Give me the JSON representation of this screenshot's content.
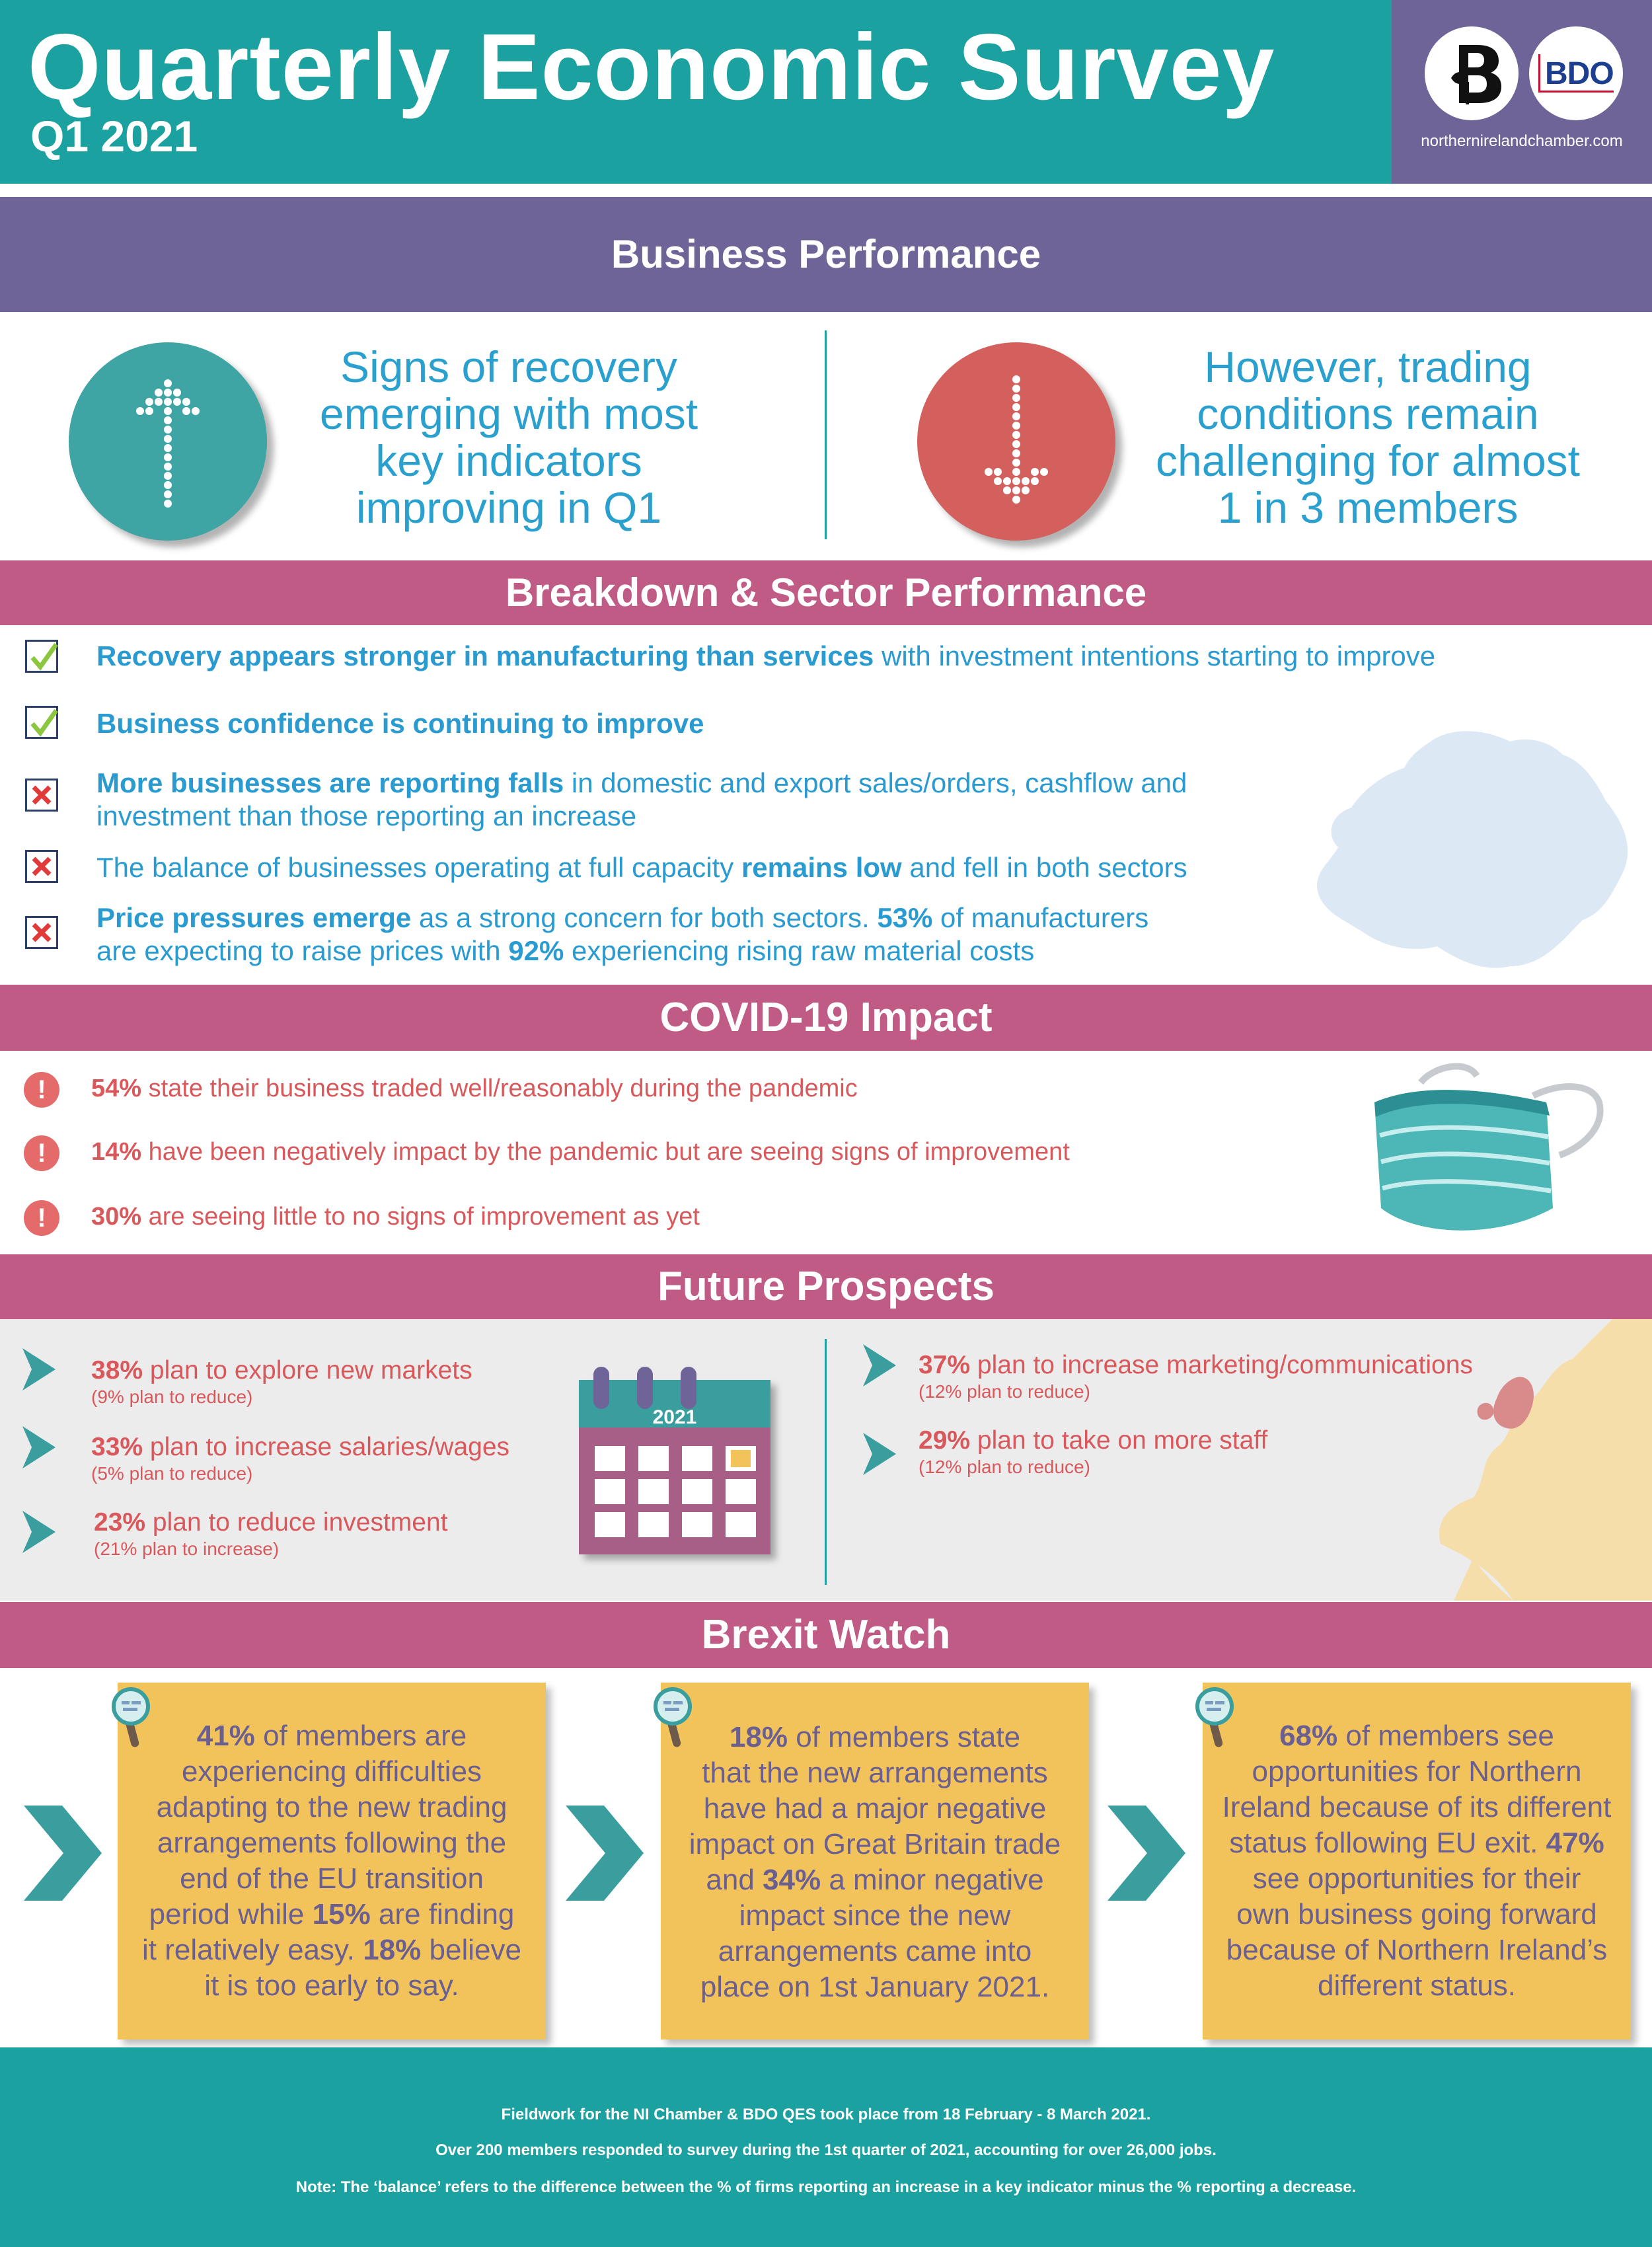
{
  "header": {
    "title": "Quarterly Economic Survey",
    "subtitle": "Q1 2021",
    "bdo_logo": "BDO",
    "website": "northernirelandchamber.com"
  },
  "business_performance": {
    "heading": "Business Performance",
    "left_lines": [
      "Signs of recovery",
      "emerging with most",
      "key indicators",
      "improving in Q1"
    ],
    "right_lines": [
      "However, trading",
      "conditions remain",
      "challenging for almost",
      "1 in 3 members"
    ]
  },
  "breakdown": {
    "heading": "Breakdown & Sector Performance",
    "rows": [
      {
        "icon": "check",
        "bold": "Recovery appears stronger in manufacturing than services",
        "rest": " with investment intentions starting to improve"
      },
      {
        "icon": "check",
        "bold": "Business confidence is continuing to improve",
        "rest": ""
      },
      {
        "icon": "cross",
        "bold": "More businesses are reporting falls",
        "rest": " in domestic and export sales/orders, cashflow and",
        "line2": "investment than those reporting an increase"
      },
      {
        "icon": "cross",
        "pre": "The balance of businesses operating at full capacity ",
        "bold": "remains low",
        "rest": " and fell in both sectors"
      },
      {
        "icon": "cross",
        "bold": "Price pressures emerge",
        "rest": " as a strong concern for both sectors. ",
        "bold2": "53%",
        "rest2": " of manufacturers",
        "line2_pre": "are expecting to raise prices with ",
        "line2_bold": "92%",
        "line2_rest": " experiencing rising raw material costs"
      }
    ]
  },
  "covid": {
    "heading": "COVID-19 Impact",
    "rows": [
      {
        "pct": "54%",
        "text": " state their business traded well/reasonably during the pandemic"
      },
      {
        "pct": "14%",
        "text": " have been negatively impact by the pandemic but are seeing signs of improvement"
      },
      {
        "pct": "30%",
        "text": " are seeing little to no signs of improvement as yet"
      }
    ]
  },
  "future": {
    "heading": "Future Prospects",
    "calendar_year": "2021",
    "left": [
      {
        "pct": "38%",
        "text": " plan to explore new markets",
        "sub": "(9% plan to reduce)"
      },
      {
        "pct": "33%",
        "text": " plan to increase salaries/wages",
        "sub": "(5% plan to reduce)"
      },
      {
        "pct": "23%",
        "text": " plan to reduce investment",
        "sub": "(21% plan to increase)"
      }
    ],
    "right": [
      {
        "pct": "37%",
        "text": " plan to increase marketing/communications",
        "sub": "(12% plan to reduce)"
      },
      {
        "pct": "29%",
        "text": " plan to take on more staff",
        "sub": "(12% plan to  reduce)"
      }
    ]
  },
  "brexit": {
    "heading": "Brexit Watch",
    "notes": [
      {
        "lines": [
          [
            "41%",
            " of members are"
          ],
          [
            "",
            "experiencing difficulties"
          ],
          [
            "",
            "adapting to the new trading"
          ],
          [
            "",
            "arrangements following the"
          ],
          [
            "",
            "end of the EU transition"
          ],
          [
            "",
            "period while ",
            "15%",
            " are finding"
          ],
          [
            "",
            "it relatively easy. ",
            "18%",
            " believe"
          ],
          [
            "",
            "it is too early to say."
          ]
        ]
      },
      {
        "lines": [
          [
            "18%",
            " of members state"
          ],
          [
            "",
            "that the new arrangements"
          ],
          [
            "",
            "have had a major negative"
          ],
          [
            "",
            "impact on Great Britain trade"
          ],
          [
            "",
            "and ",
            "34%",
            " a minor negative"
          ],
          [
            "",
            "impact since the new"
          ],
          [
            "",
            "arrangements came into"
          ],
          [
            "",
            "place on 1st January 2021."
          ]
        ]
      },
      {
        "lines": [
          [
            "68%",
            " of members see"
          ],
          [
            "",
            "opportunities for Northern"
          ],
          [
            "",
            "Ireland because of its different"
          ],
          [
            "",
            "status following EU exit.  ",
            "47%"
          ],
          [
            "",
            "see opportunities for their"
          ],
          [
            "",
            "own business going forward"
          ],
          [
            "",
            "because of Northern Ireland’s"
          ],
          [
            "",
            "different status."
          ]
        ]
      }
    ]
  },
  "footer": {
    "line1": "Fieldwork for the NI Chamber & BDO QES took place from 18 February - 8 March 2021.",
    "line2": "Over 200 members responded to survey during the 1st quarter of 2021, accounting for over 26,000 jobs.",
    "line3": "Note: The ‘balance’ refers to the difference between the % of firms reporting an increase in a key indicator minus the % reporting a decrease."
  },
  "colors": {
    "teal": "#1ba1a0",
    "purple": "#6f6497",
    "pink": "#c05b86",
    "blue_text": "#2a9bd0",
    "red_text": "#d9585b",
    "note_yellow": "#f2c35b"
  }
}
